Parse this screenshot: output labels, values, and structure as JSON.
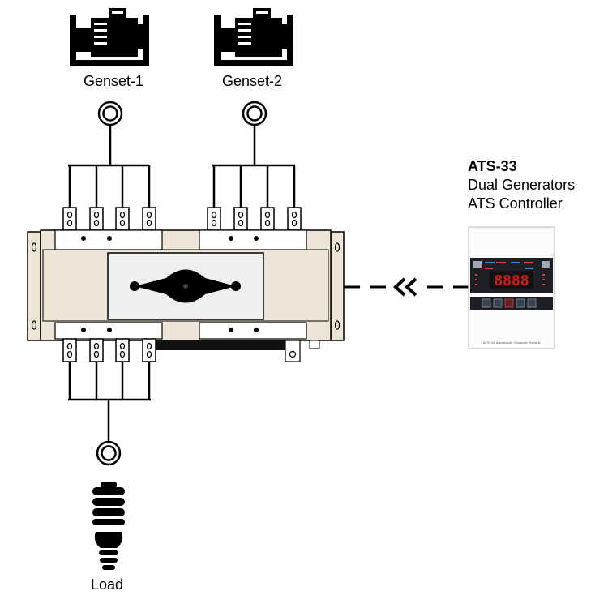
{
  "sources": [
    {
      "label": "Genset-1",
      "icon": "generator-icon"
    },
    {
      "label": "Genset-2",
      "icon": "generator-icon"
    }
  ],
  "load": {
    "label": "Load",
    "icon": "light-bulb-icon"
  },
  "controller": {
    "model": "ATS-33",
    "line1": "Dual Generators",
    "line2": "ATS Controller",
    "display_reading": "8888",
    "footer_text": "ATS-33   Automatic Transfer Switch"
  },
  "colors": {
    "line": "#000000",
    "switch_body": "#ede6d6",
    "switch_window": "#efefef",
    "controller_panel": "#ffffff",
    "display_digits": "#e01818"
  }
}
